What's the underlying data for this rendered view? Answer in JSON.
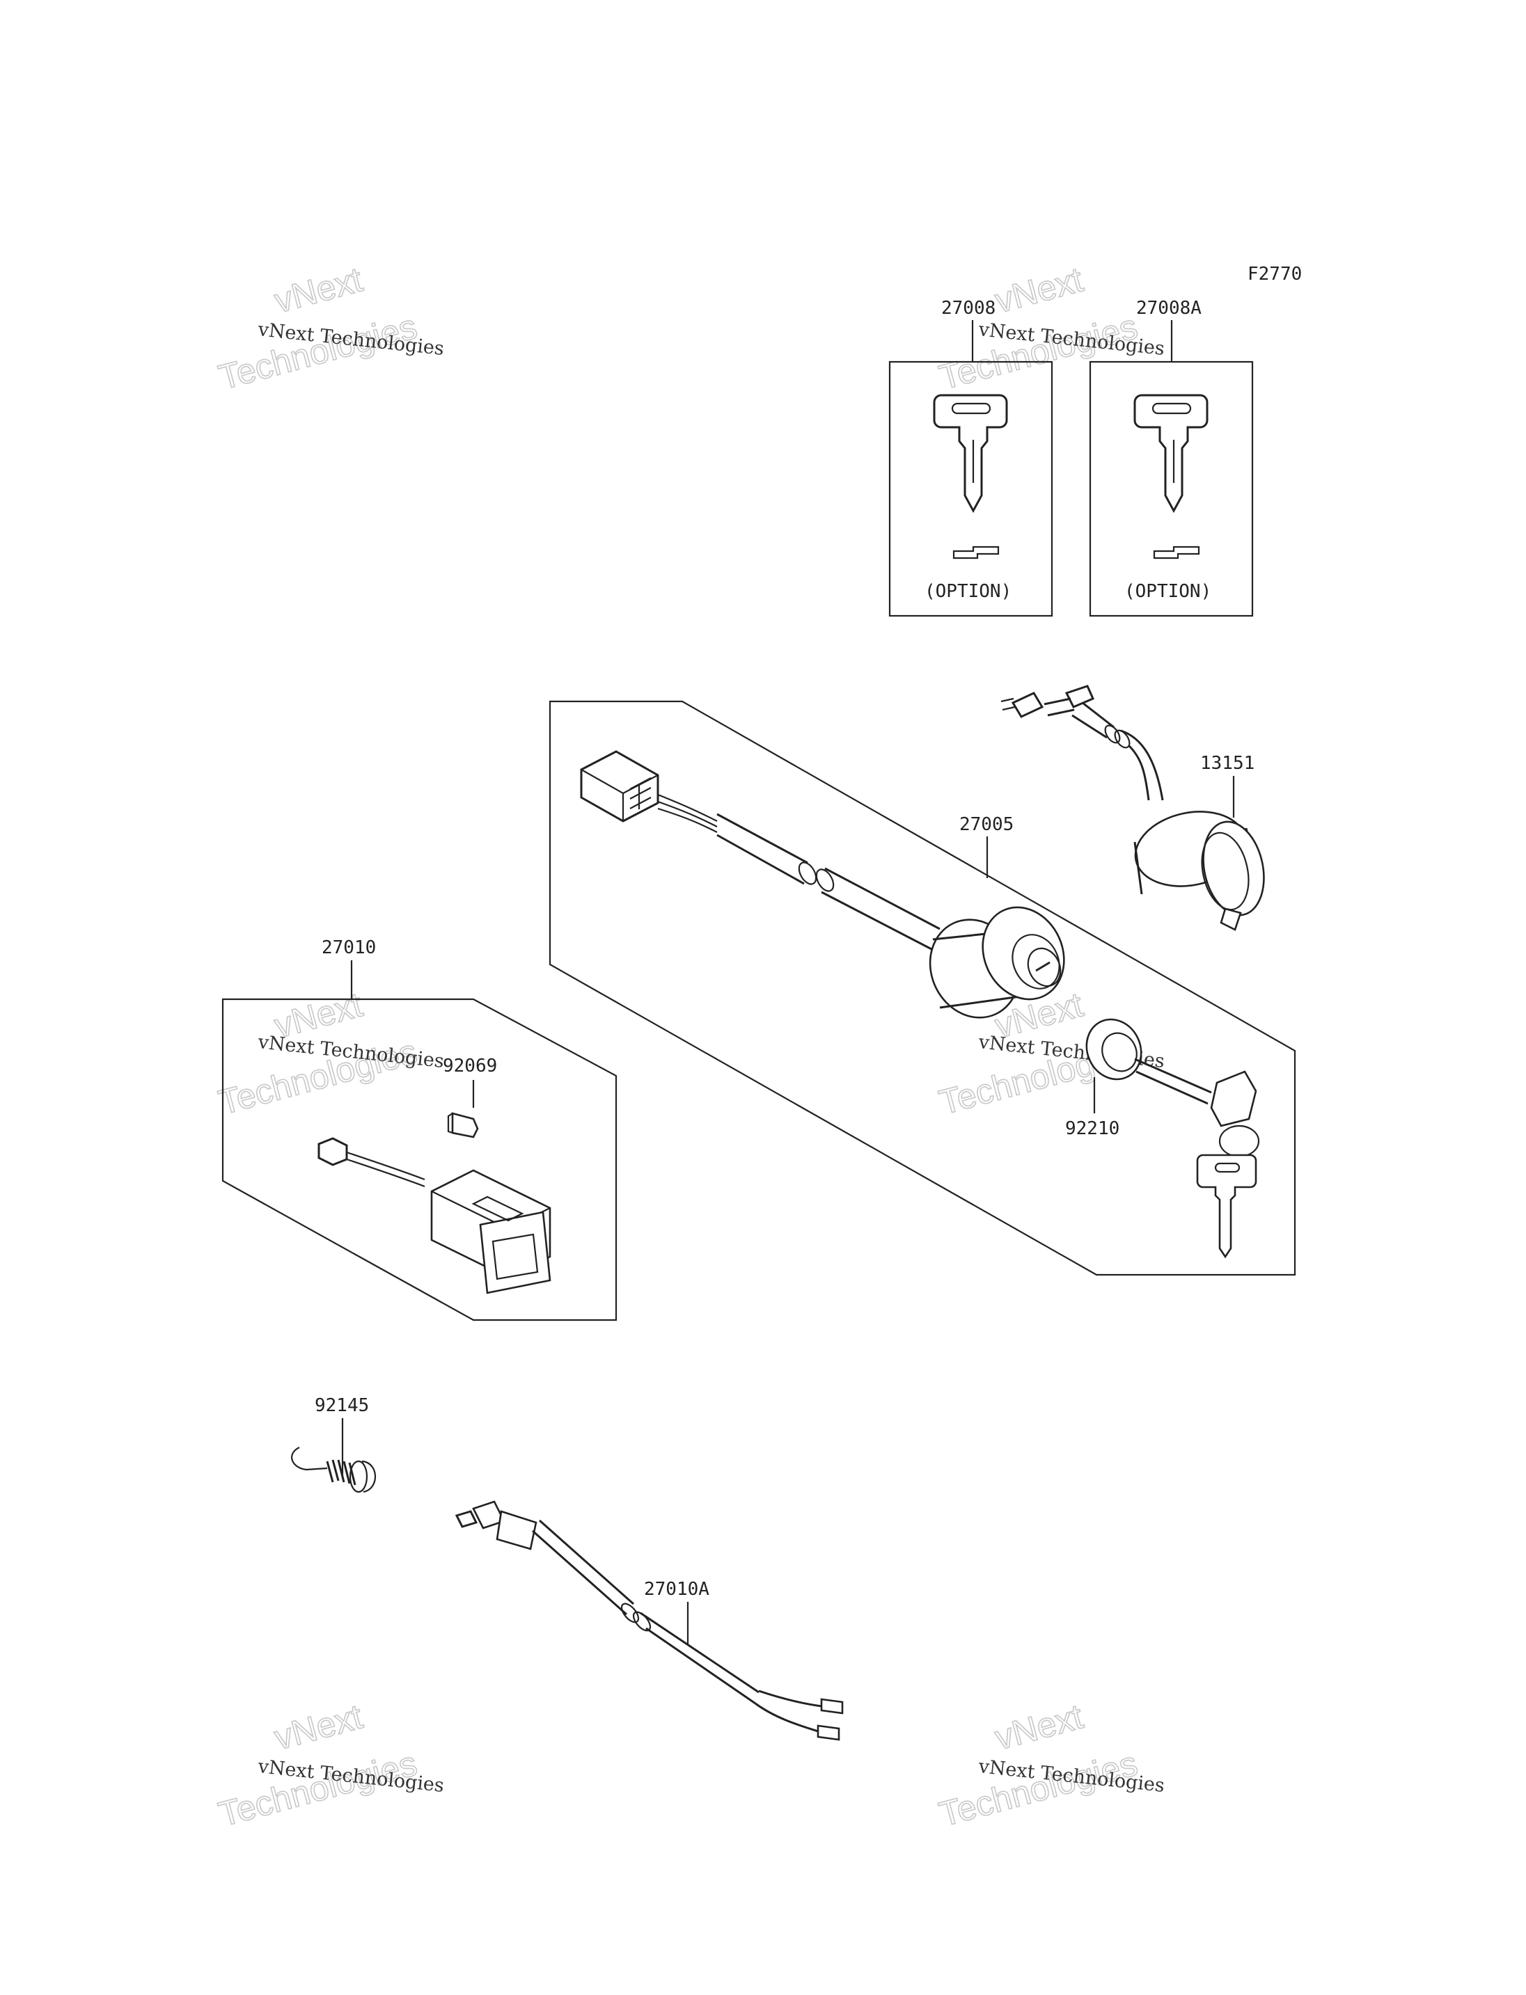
{
  "figure_code": "F2770",
  "watermark": {
    "line1": "vNext Technologies",
    "line2": "vNext",
    "line3": "Technologies"
  },
  "option_label": "(OPTION)",
  "parts": {
    "p27008": "27008",
    "p27008A": "27008A",
    "p13151": "13151",
    "p27005": "27005",
    "p27010": "27010",
    "p92069": "92069",
    "p92210": "92210",
    "p92145": "92145",
    "p27010A": "27010A"
  }
}
